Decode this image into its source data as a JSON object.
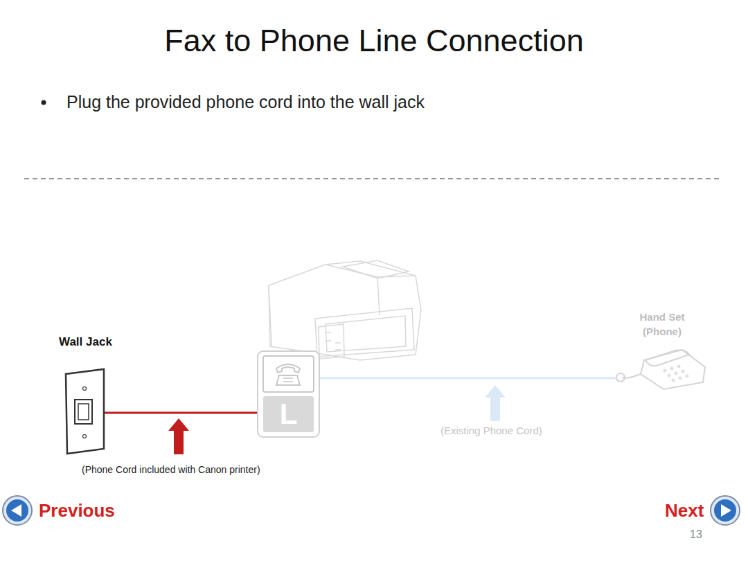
{
  "diagram": {
    "title": "Fax to Phone Line Connection",
    "nodes": [
      {
        "text": [
          "Wall Jack"
        ]
      },
      {
        "text": [
          "L"
        ]
      },
      {
        "text": [
          "Hand Set (Phone)"
        ]
      }
    ],
    "edges": [
      {
        "from": 0,
        "to": 1,
        "arrow": "none"
      },
      {
        "from": 1,
        "to": 2,
        "arrow": "none"
      }
    ],
    "labels": [
      "Plug the provided phone cord into the wall jack",
      "(Phone Cord included with Canon printer)",
      "(Existing Phone Cord)",
      "Previous",
      "Next",
      "13"
    ]
  }
}
